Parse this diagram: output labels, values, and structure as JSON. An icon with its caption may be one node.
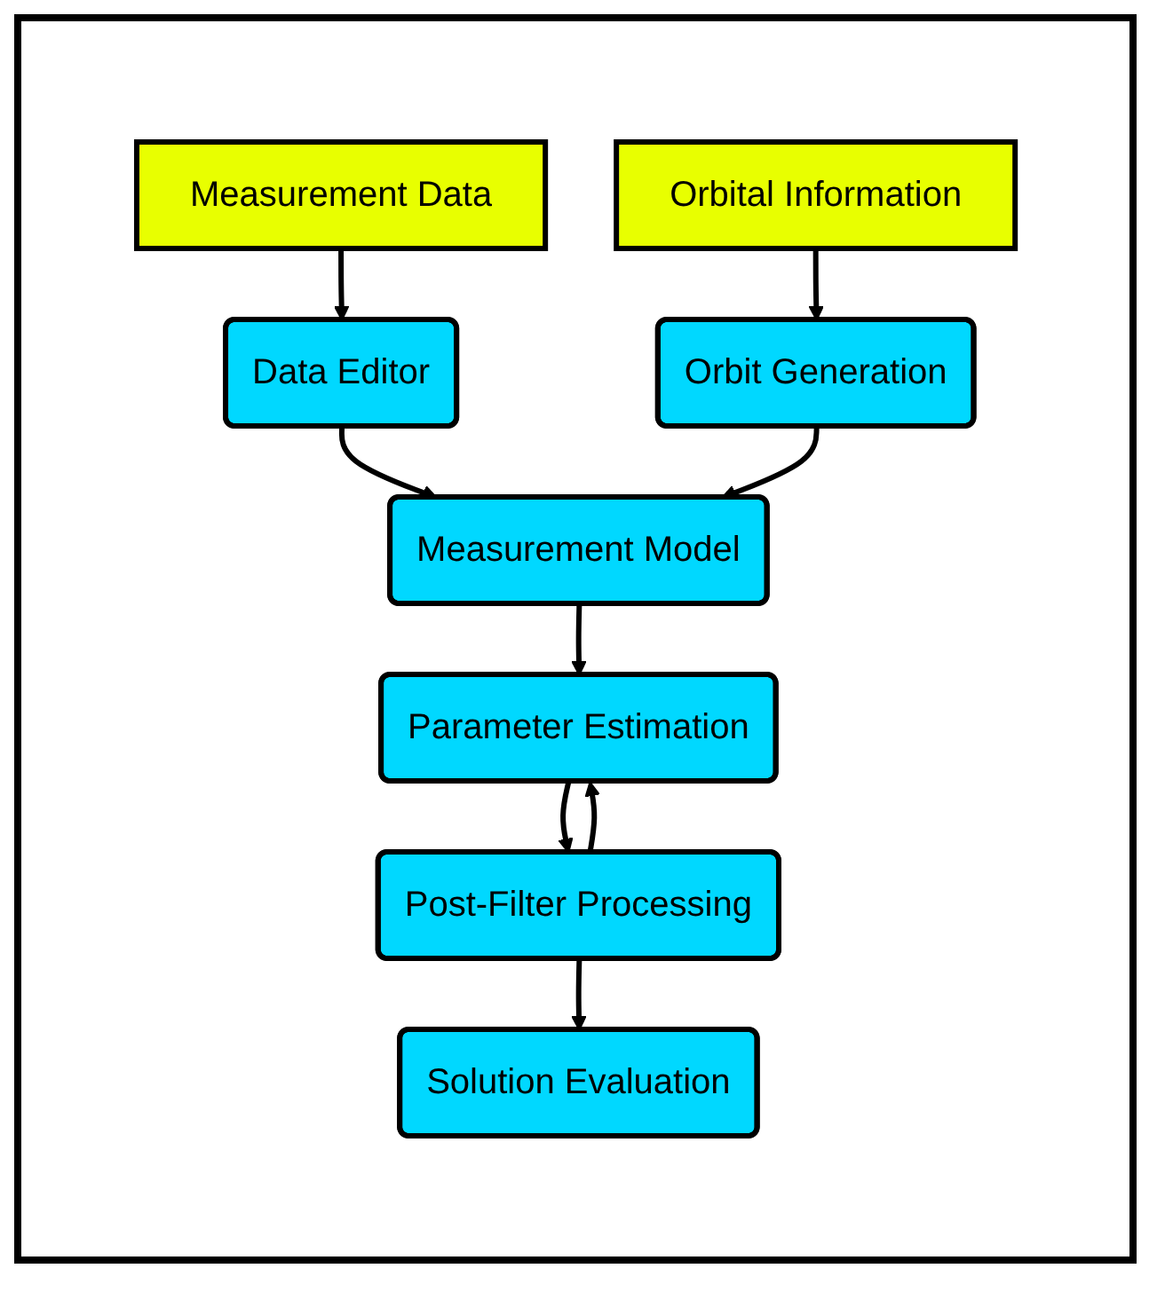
{
  "diagram": {
    "nodes": [
      {
        "text": [
          "Measurement Data"
        ]
      },
      {
        "text": [
          "Orbital Information"
        ]
      },
      {
        "text": [
          "Data Editor"
        ]
      },
      {
        "text": [
          "Measurement Model"
        ]
      },
      {
        "text": [
          "Orbit Generation"
        ]
      },
      {
        "text": [
          "Parameter Estimation"
        ]
      },
      {
        "text": [
          "Post-Filter Processing"
        ]
      },
      {
        "text": [
          "Solution Evaluation"
        ]
      }
    ],
    "edges": [
      {
        "from": 0,
        "to": 2,
        "arrow": "to"
      },
      {
        "from": 2,
        "to": 3,
        "arrow": "to"
      },
      {
        "from": 1,
        "to": 4,
        "arrow": "to"
      },
      {
        "from": 4,
        "to": 3,
        "arrow": "to"
      },
      {
        "from": 3,
        "to": 5,
        "arrow": "to"
      },
      {
        "from": 5,
        "to": 6,
        "arrow": "to"
      },
      {
        "from": 6,
        "to": 5,
        "arrow": "to"
      },
      {
        "from": 6,
        "to": 7,
        "arrow": "to"
      }
    ]
  }
}
